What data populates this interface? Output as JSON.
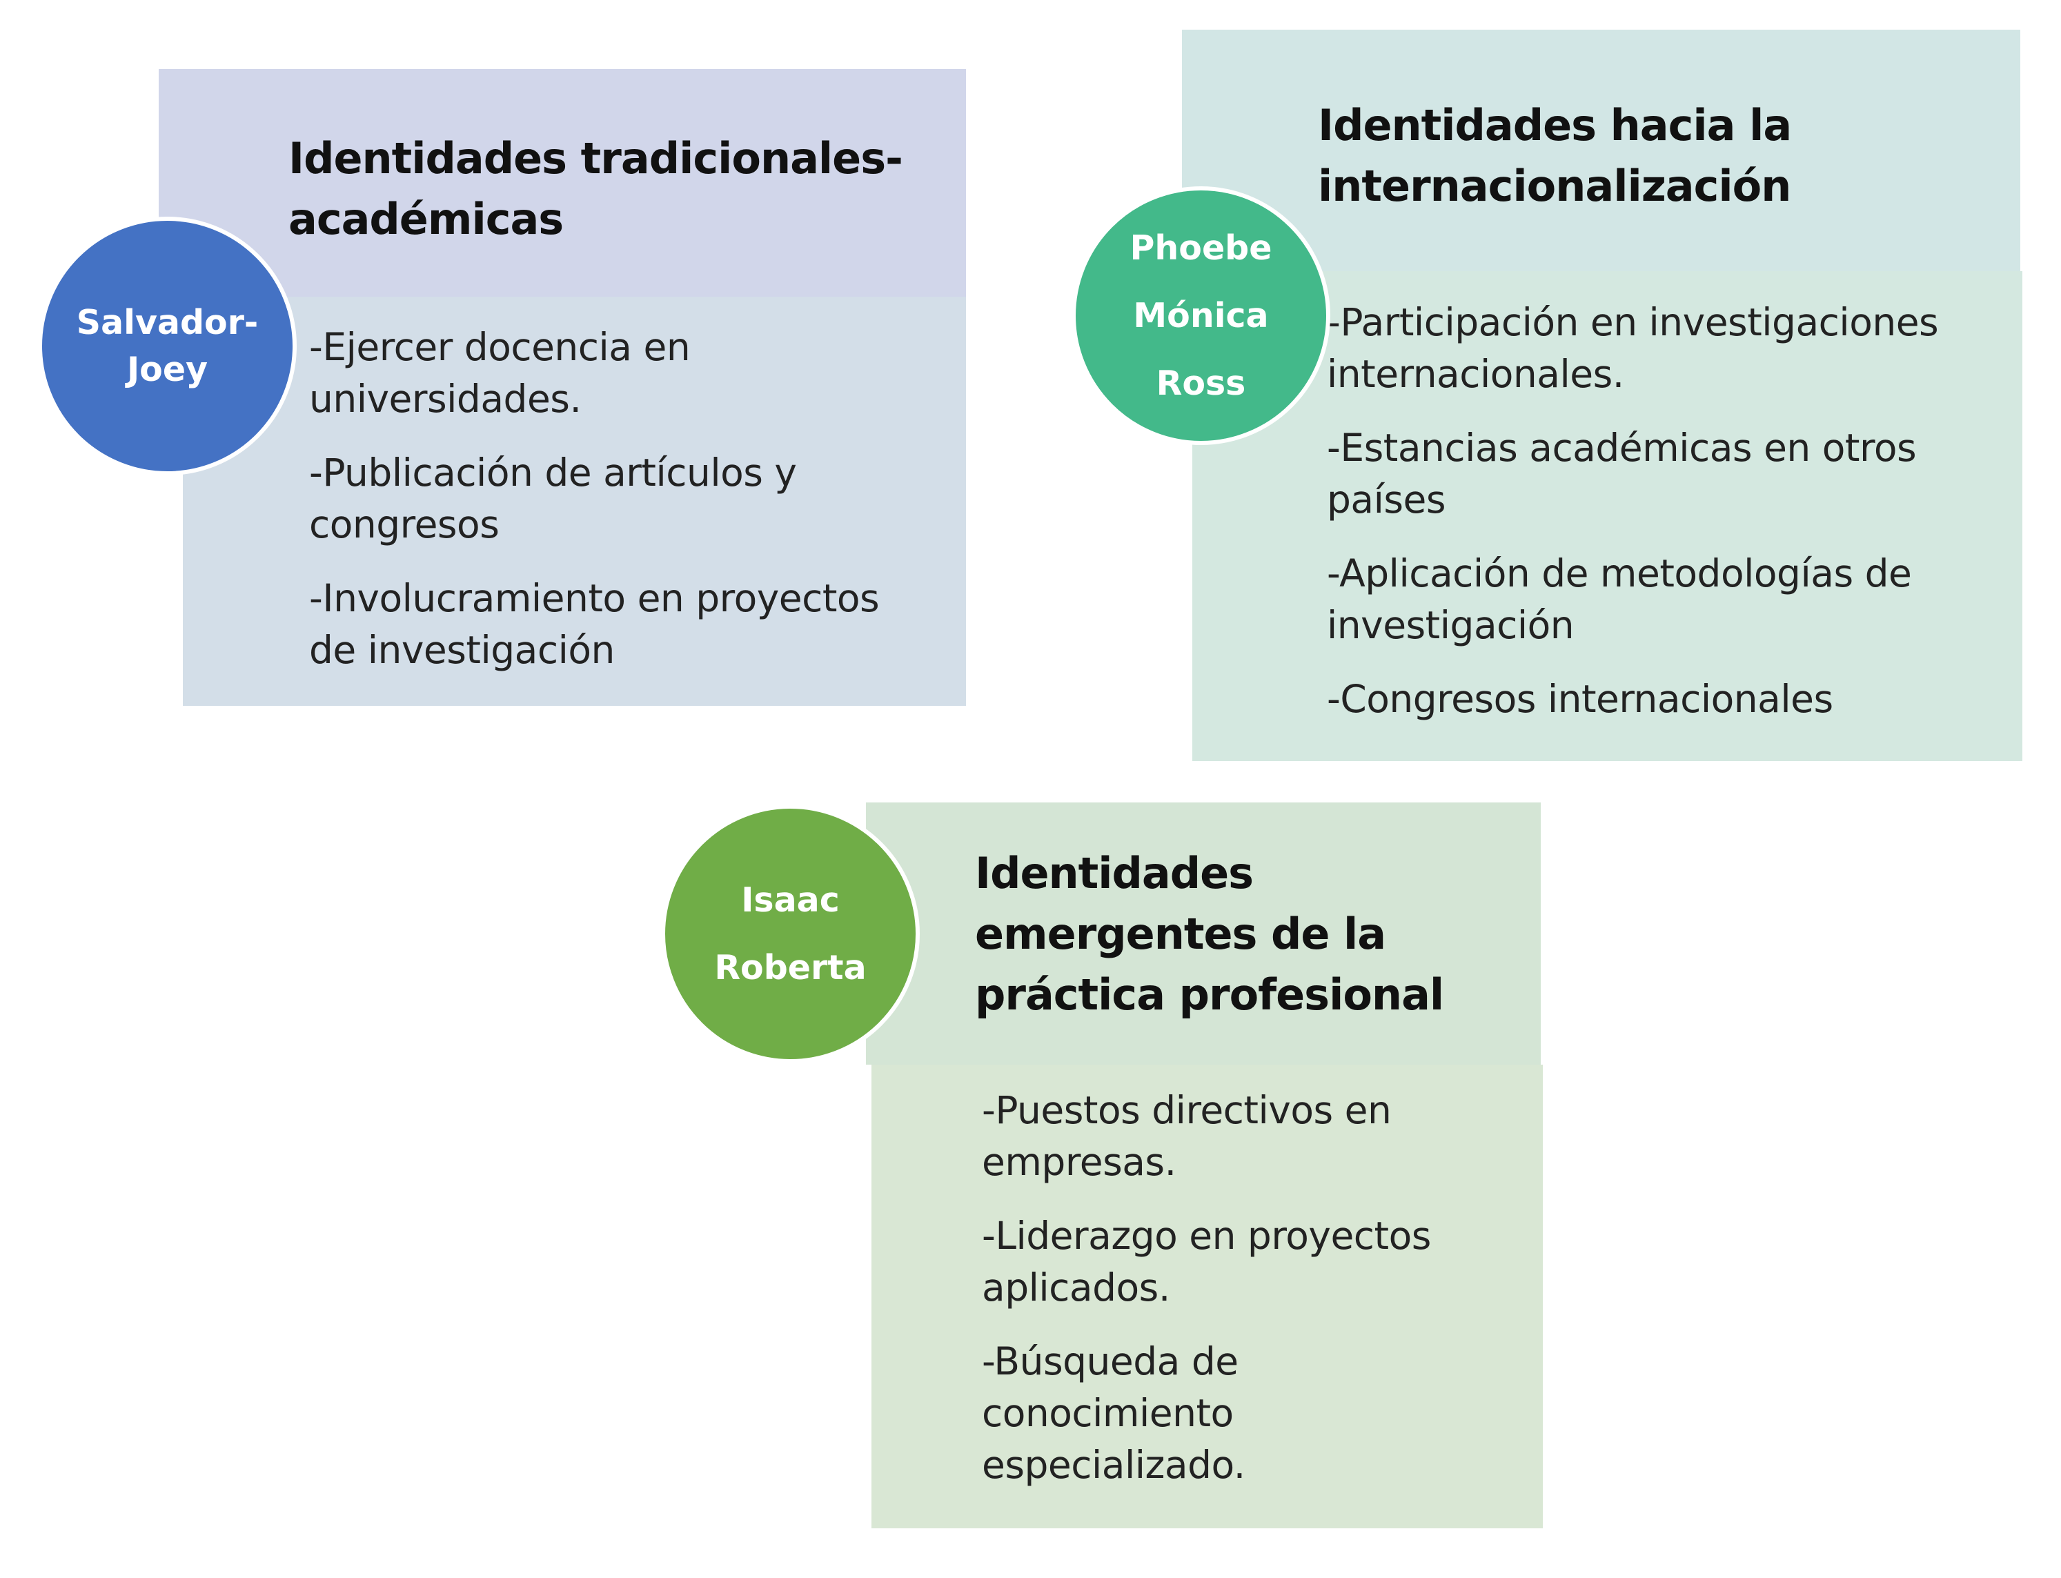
{
  "colors": {
    "group1_title_bg": "#d1d6ea",
    "group1_body_bg": "#d3dee8",
    "group1_circle": "#4472c4",
    "group2_title_bg": "#d2e6e5",
    "group2_body_bg": "#d4e8e0",
    "group2_circle": "#43b98a",
    "group3_title_bg": "#d4e5d5",
    "group3_body_bg": "#d9e7d4",
    "group3_circle": "#70ad47"
  },
  "groups": [
    {
      "title_lines": [
        "Identidades tradicionales-",
        "académicas"
      ],
      "circle_lines": [
        "Salvador-",
        "Joey"
      ],
      "items": [
        [
          "-Ejercer docencia en",
          "universidades."
        ],
        [
          "-Publicación de artículos y",
          "congresos"
        ],
        [
          "-Involucramiento en proyectos",
          "de investigación"
        ]
      ]
    },
    {
      "title_lines": [
        "Identidades hacia la",
        "internacionalización"
      ],
      "circle_lines": [
        "Phoebe",
        "Mónica",
        "Ross"
      ],
      "items": [
        [
          "-Participación en investigaciones",
          "internacionales."
        ],
        [
          "-Estancias académicas en otros",
          "países"
        ],
        [
          "-Aplicación de metodologías de",
          "investigación"
        ],
        [
          "-Congresos internacionales"
        ]
      ]
    },
    {
      "title_lines": [
        "Identidades",
        "emergentes de la",
        "práctica profesional"
      ],
      "circle_lines": [
        "Isaac",
        "Roberta"
      ],
      "items": [
        [
          "-Puestos directivos en",
          "empresas."
        ],
        [
          "-Liderazgo en proyectos",
          "aplicados."
        ],
        [
          "-Búsqueda de",
          "conocimiento",
          "especializado."
        ]
      ]
    }
  ]
}
